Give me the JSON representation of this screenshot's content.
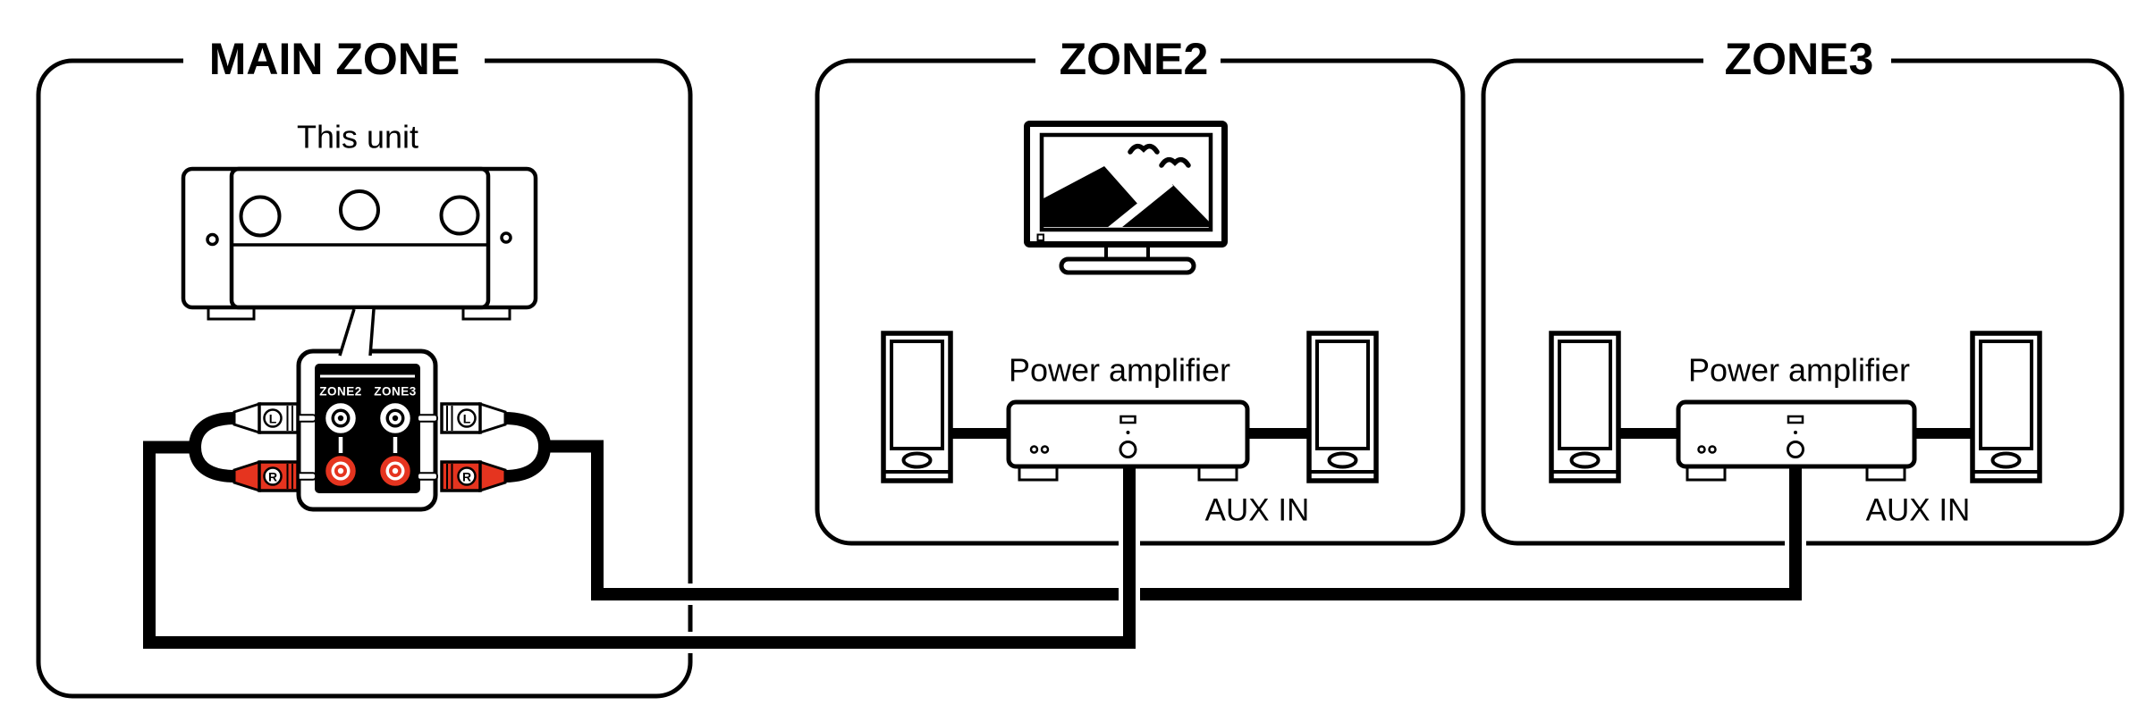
{
  "main_zone": {
    "title": "MAIN ZONE",
    "unit_label": "This unit",
    "jack_panel": {
      "zone2_jack_label": "ZONE2",
      "zone3_jack_label": "ZONE3",
      "left_plug_l": "L",
      "left_plug_r": "R",
      "right_plug_l": "L",
      "right_plug_r": "R"
    }
  },
  "zone2": {
    "title": "ZONE2",
    "amp_label": "Power amplifier",
    "aux_label": "AUX IN"
  },
  "zone3": {
    "title": "ZONE3",
    "amp_label": "Power amplifier",
    "aux_label": "AUX IN"
  },
  "colors": {
    "rca_red": "#e5341f",
    "line": "#000000",
    "background": "#ffffff"
  }
}
